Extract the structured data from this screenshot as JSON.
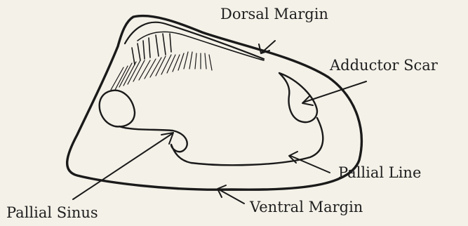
{
  "labels": {
    "dorsal_margin": "Dorsal Margin",
    "adductor_scar": "Adductor Scar",
    "pallial_line": "Pallial Line",
    "pallial_sinus": "Pallial Sinus",
    "ventral_margin": "Ventral Margin"
  },
  "colors": {
    "ink": "#1a1a1a",
    "paper": "#f4f1e8"
  }
}
